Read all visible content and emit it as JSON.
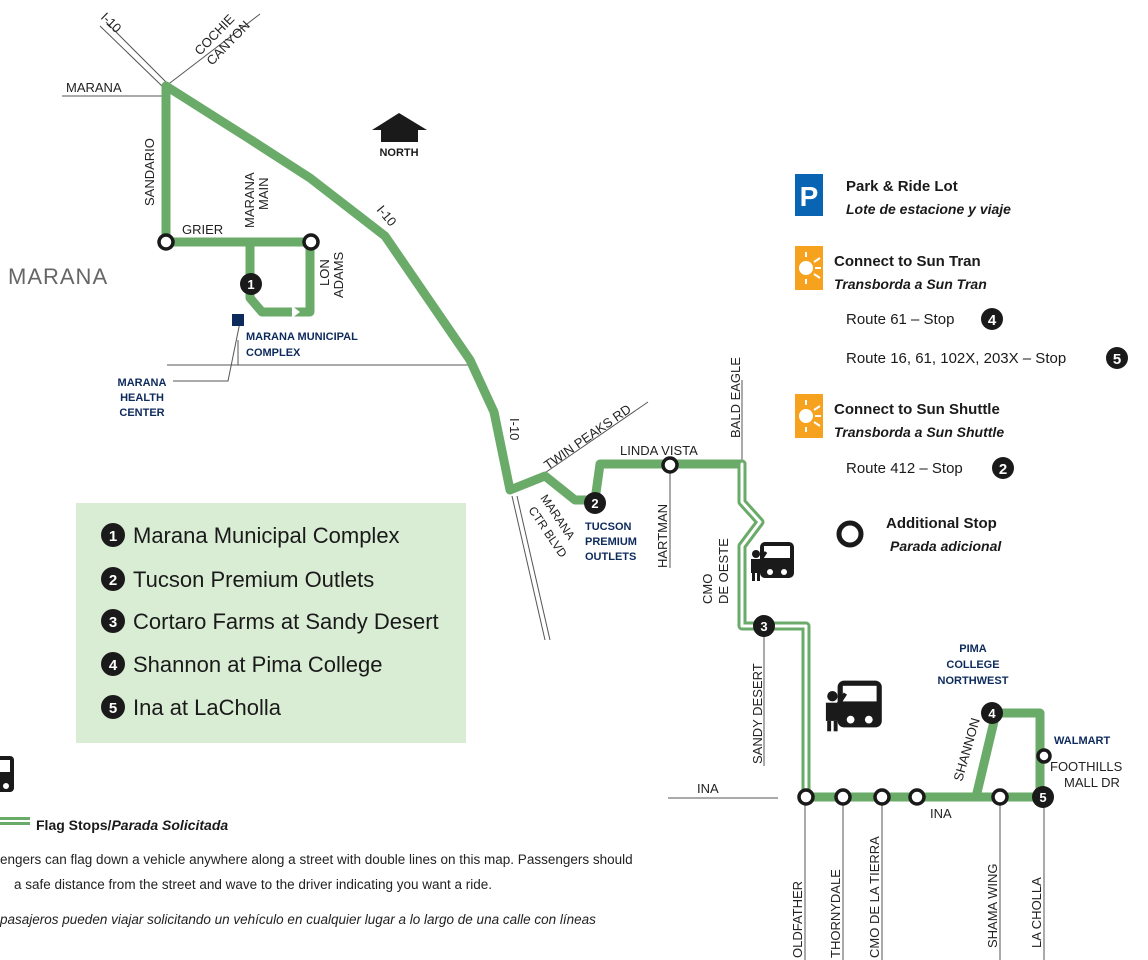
{
  "streets": {
    "i10_nw": "I-10",
    "cochie": "COCHIE",
    "canyon": "CANYON",
    "marana_road": "MARANA",
    "sandario": "SANDARIO",
    "grier": "GRIER",
    "marana_main_1": "MARANA",
    "marana_main_2": "MAIN",
    "lon": "LON",
    "adams": "ADAMS",
    "i10_mid": "I-10",
    "i10_low": "I-10",
    "twin_peaks": "TWIN PEAKS RD",
    "marana_ctr_1": "MARANA",
    "marana_ctr_2": "CTR BLVD",
    "linda_vista": "LINDA VISTA",
    "bald_eagle": "BALD EAGLE",
    "hartman": "HARTMAN",
    "cmo_1": "CMO",
    "cmo_2": "DE OESTE",
    "sandy_desert": "SANDY DESERT",
    "ina_left": "INA",
    "ina_right": "INA",
    "oldfather": "OLDFATHER",
    "thornydale": "THORNYDALE",
    "cmo_tierra": "CMO DE LA TIERRA",
    "shama_wing": "SHAMA WING",
    "la_cholla": "LA CHOLLA",
    "shannon": "SHANNON",
    "foothills_1": "FOOTHILLS",
    "foothills_2": "MALL DR"
  },
  "places": {
    "town": "MARANA",
    "north": "NORTH",
    "municipal_1": "MARANA MUNICIPAL",
    "municipal_2": "COMPLEX",
    "health_1": "MARANA",
    "health_2": "HEALTH",
    "health_3": "CENTER",
    "outlets_1": "TUCSON",
    "outlets_2": "PREMIUM",
    "outlets_3": "OUTLETS",
    "pima_1": "PIMA",
    "pima_2": "COLLEGE",
    "pima_3": "NORTHWEST",
    "walmart": "WALMART"
  },
  "stop_numbers": [
    "1",
    "2",
    "3",
    "4",
    "5"
  ],
  "timepoints": [
    {
      "num": "1",
      "name": "Marana Municipal Complex"
    },
    {
      "num": "2",
      "name": "Tucson Premium Outlets"
    },
    {
      "num": "3",
      "name": "Cortaro Farms at Sandy Desert"
    },
    {
      "num": "4",
      "name": "Shannon at Pima College"
    },
    {
      "num": "5",
      "name": "Ina at LaCholla"
    }
  ],
  "legend": {
    "park_letter": "P",
    "park_title": "Park & Ride Lot",
    "park_sub": "Lote de estacione y viaje",
    "suntran_title": "Connect to Sun Tran",
    "suntran_sub": "Transborda a Sun Tran",
    "suntran_route_a": "Route 61 – Stop",
    "suntran_route_a_stop": "4",
    "suntran_route_b": "Route 16, 61, 102X, 203X – Stop",
    "suntran_route_b_stop": "5",
    "shuttle_title": "Connect to Sun Shuttle",
    "shuttle_sub": "Transborda a Sun Shuttle",
    "shuttle_route": "Route 412 – Stop",
    "shuttle_route_stop": "2",
    "additional_title": "Additional Stop",
    "additional_sub": "Parada adicional"
  },
  "flag": {
    "title": "Flag Stops/",
    "title_es": "Parada Solicitada",
    "en_line1": "engers can flag down a vehicle anywhere along a street with double lines on this map. Passengers should",
    "en_line2": "a safe distance from the street and wave to the driver indicating you want a ride.",
    "es_line1": "pasajeros pueden viajar solicitando un vehículo en cualquier lugar a lo largo de una calle con líneas"
  },
  "colors": {
    "route_green": "#6aab6a",
    "legend_box": "#d9ecd4",
    "navy": "#0d2a5c",
    "park_blue": "#0a64b4",
    "sun_orange": "#f6a21e"
  }
}
